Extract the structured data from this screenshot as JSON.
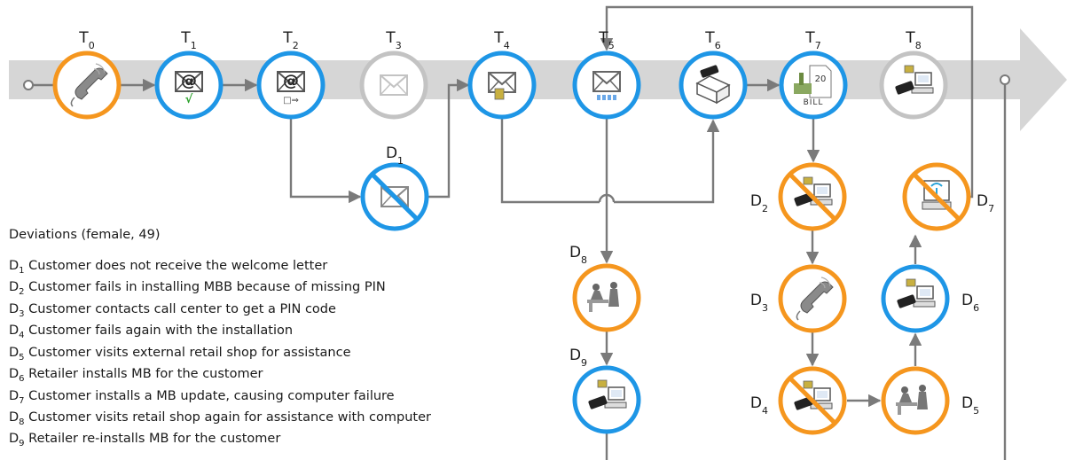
{
  "timeline": [
    {
      "id": "T0",
      "prefix": "T",
      "sub": "0",
      "status": "orange",
      "icon": "phone-icon"
    },
    {
      "id": "T1",
      "prefix": "T",
      "sub": "1",
      "status": "blue",
      "icon": "email-at-check-icon"
    },
    {
      "id": "T2",
      "prefix": "T",
      "sub": "2",
      "status": "blue",
      "icon": "email-at-forward-icon"
    },
    {
      "id": "T3",
      "prefix": "T",
      "sub": "3",
      "status": "grey",
      "icon": "envelope-icon"
    },
    {
      "id": "T4",
      "prefix": "T",
      "sub": "4",
      "status": "blue",
      "icon": "envelope-simcard-icon"
    },
    {
      "id": "T5",
      "prefix": "T",
      "sub": "5",
      "status": "blue",
      "icon": "envelope-pin-icon"
    },
    {
      "id": "T6",
      "prefix": "T",
      "sub": "6",
      "status": "blue",
      "icon": "modem-install-icon"
    },
    {
      "id": "T7",
      "prefix": "T",
      "sub": "7",
      "status": "blue",
      "icon": "bill-icon",
      "bill_amount": "20",
      "bill_text": "BILL"
    },
    {
      "id": "T8",
      "prefix": "T",
      "sub": "8",
      "status": "grey",
      "icon": "usb-modem-computer-icon"
    }
  ],
  "deviations": [
    {
      "id": "D1",
      "prefix": "D",
      "sub": "1",
      "status": "blue",
      "icon": "envelope-icon",
      "crossed": true
    },
    {
      "id": "D2",
      "prefix": "D",
      "sub": "2",
      "status": "orange",
      "icon": "usb-modem-computer-icon",
      "crossed": true
    },
    {
      "id": "D3",
      "prefix": "D",
      "sub": "3",
      "status": "orange",
      "icon": "phone-icon",
      "crossed": false
    },
    {
      "id": "D4",
      "prefix": "D",
      "sub": "4",
      "status": "orange",
      "icon": "usb-modem-computer-icon",
      "crossed": true
    },
    {
      "id": "D5",
      "prefix": "D",
      "sub": "5",
      "status": "orange",
      "icon": "retail-shop-icon",
      "crossed": false
    },
    {
      "id": "D6",
      "prefix": "D",
      "sub": "6",
      "status": "blue",
      "icon": "usb-modem-computer-icon",
      "crossed": false
    },
    {
      "id": "D7",
      "prefix": "D",
      "sub": "7",
      "status": "orange",
      "icon": "broken-computer-icon",
      "crossed": true
    },
    {
      "id": "D8",
      "prefix": "D",
      "sub": "8",
      "status": "orange",
      "icon": "retail-shop-icon",
      "crossed": false
    },
    {
      "id": "D9",
      "prefix": "D",
      "sub": "9",
      "status": "blue",
      "icon": "usb-modem-computer-icon",
      "crossed": false
    }
  ],
  "legend": {
    "title": "Deviations (female, 49)",
    "items": [
      {
        "prefix": "D",
        "sub": "1",
        "text": " Customer does not receive the welcome letter"
      },
      {
        "prefix": "D",
        "sub": "2",
        "text": " Customer fails in installing MBB because of missing PIN"
      },
      {
        "prefix": "D",
        "sub": "3",
        "text": " Customer contacts call center  to get a PIN code"
      },
      {
        "prefix": "D",
        "sub": "4",
        "text": " Customer fails again with the installation"
      },
      {
        "prefix": "D",
        "sub": "5",
        "text": " Customer visits external retail shop for assistance"
      },
      {
        "prefix": "D",
        "sub": "6",
        "text": " Retailer installs MB for the customer"
      },
      {
        "prefix": "D",
        "sub": "7",
        "text": " Customer installs a MB update, causing computer failure"
      },
      {
        "prefix": "D",
        "sub": "8",
        "text": " Customer visits retail shop again for assistance with computer"
      },
      {
        "prefix": "D",
        "sub": "9",
        "text": " Retailer re-installs MB for the customer"
      }
    ]
  },
  "colors": {
    "orange": "#f5961e",
    "blue": "#1e96e6",
    "grey": "#c3c3c3",
    "band": "#d6d6d6",
    "connector": "#7a7a7a",
    "check": "#2aa02a",
    "cross": "#f5961e"
  }
}
